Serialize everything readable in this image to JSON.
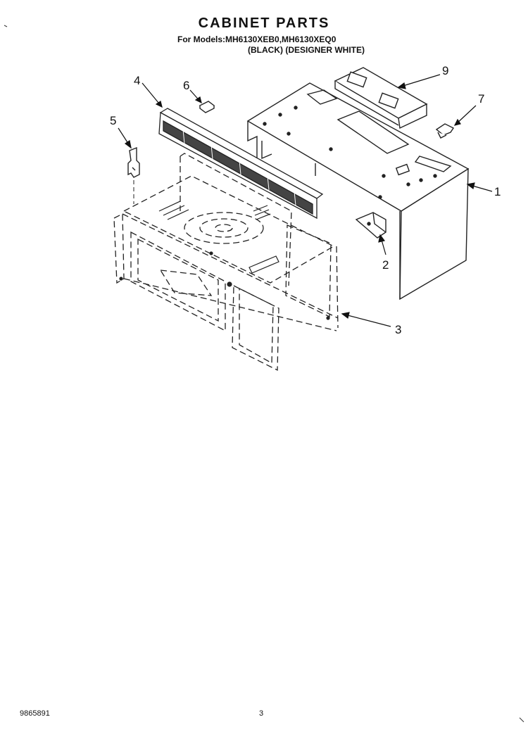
{
  "page": {
    "title": "CABINET PARTS",
    "models_line": "For Models:MH6130XEB0,MH6130XEQ0",
    "finish_line": "(BLACK) (DESIGNER WHITE)",
    "doc_number": "9865891",
    "page_number": "3"
  },
  "callouts": [
    "1",
    "2",
    "3",
    "4",
    "5",
    "6",
    "7",
    "9"
  ]
}
